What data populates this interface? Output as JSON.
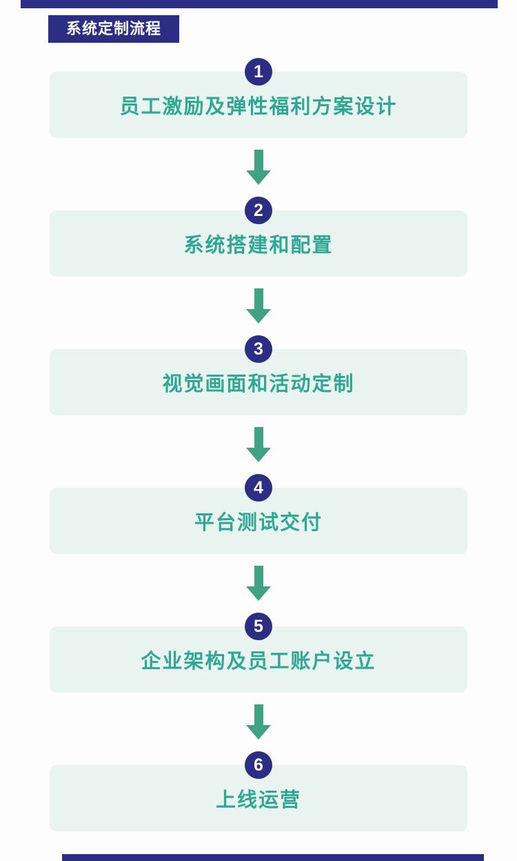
{
  "header": {
    "title_badge": "系统定制流程"
  },
  "colors": {
    "navy": "#2b2e83",
    "card_background": "#e9f4f0",
    "label_teal": "#2fa793",
    "arrow_green": "#3fa383",
    "badge_text": "#ffffff"
  },
  "steps": [
    {
      "number": "1",
      "label": "员工激励及弹性福利方案设计"
    },
    {
      "number": "2",
      "label": "系统搭建和配置"
    },
    {
      "number": "3",
      "label": "视觉画面和活动定制"
    },
    {
      "number": "4",
      "label": "平台测试交付"
    },
    {
      "number": "5",
      "label": "企业架构及员工账户设立"
    },
    {
      "number": "6",
      "label": "上线运营"
    }
  ]
}
